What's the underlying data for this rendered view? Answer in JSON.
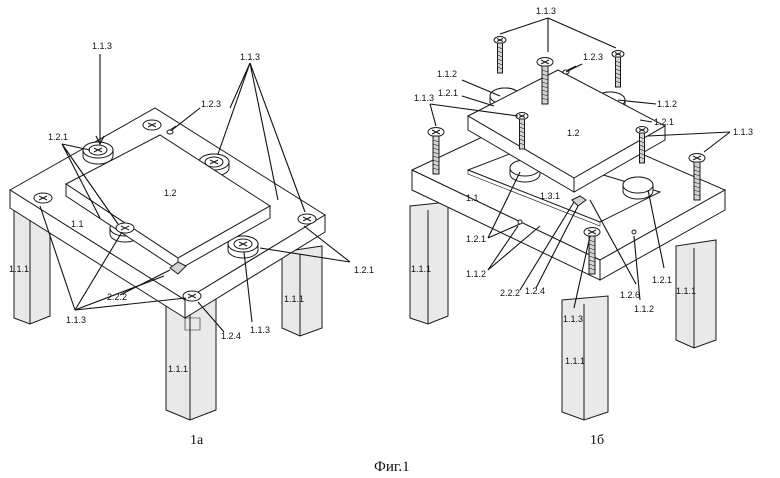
{
  "figure_caption": "Фиг.1",
  "views": [
    {
      "id": "a",
      "caption": "1а"
    },
    {
      "id": "b",
      "caption": "1б"
    }
  ],
  "labels": {
    "a": {
      "l113_top": "1.1.3",
      "l113_topright": "1.1.3",
      "l123": "1.2.3",
      "l121_left": "1.2.1",
      "l12": "1.2",
      "l11": "1.1",
      "l111_left": "1.1.1",
      "l111_right": "1.1.1",
      "l111_bottom": "1.1.1",
      "l121_right": "1.2.1",
      "l222": "2.2.2",
      "l113_bottom": "1.1.3",
      "l124": "1.2.4",
      "l113_mid": "1.1.3"
    },
    "b": {
      "l113_top": "1.1.3",
      "l123": "1.2.3",
      "l112_top": "1.1.2",
      "l121_top": "1.2.1",
      "l113_left": "1.1.3",
      "l112_right": "1.1.2",
      "l121_right": "1.2.1",
      "l12": "1.2",
      "l113_right": "1.1.3",
      "l11": "1.1",
      "l131": "1.3.1",
      "l111_left": "1.1.1",
      "l121_mid": "1.2.1",
      "l112_mid": "1.1.2",
      "l222": "2.2.2",
      "l124": "1.2.4",
      "l126": "1.2.6",
      "l121_low": "1.2.1",
      "l111_right": "1.1.1",
      "l113_low": "1.1.3",
      "l112_low": "1.1.2",
      "l111_bottom": "1.1.1"
    }
  }
}
